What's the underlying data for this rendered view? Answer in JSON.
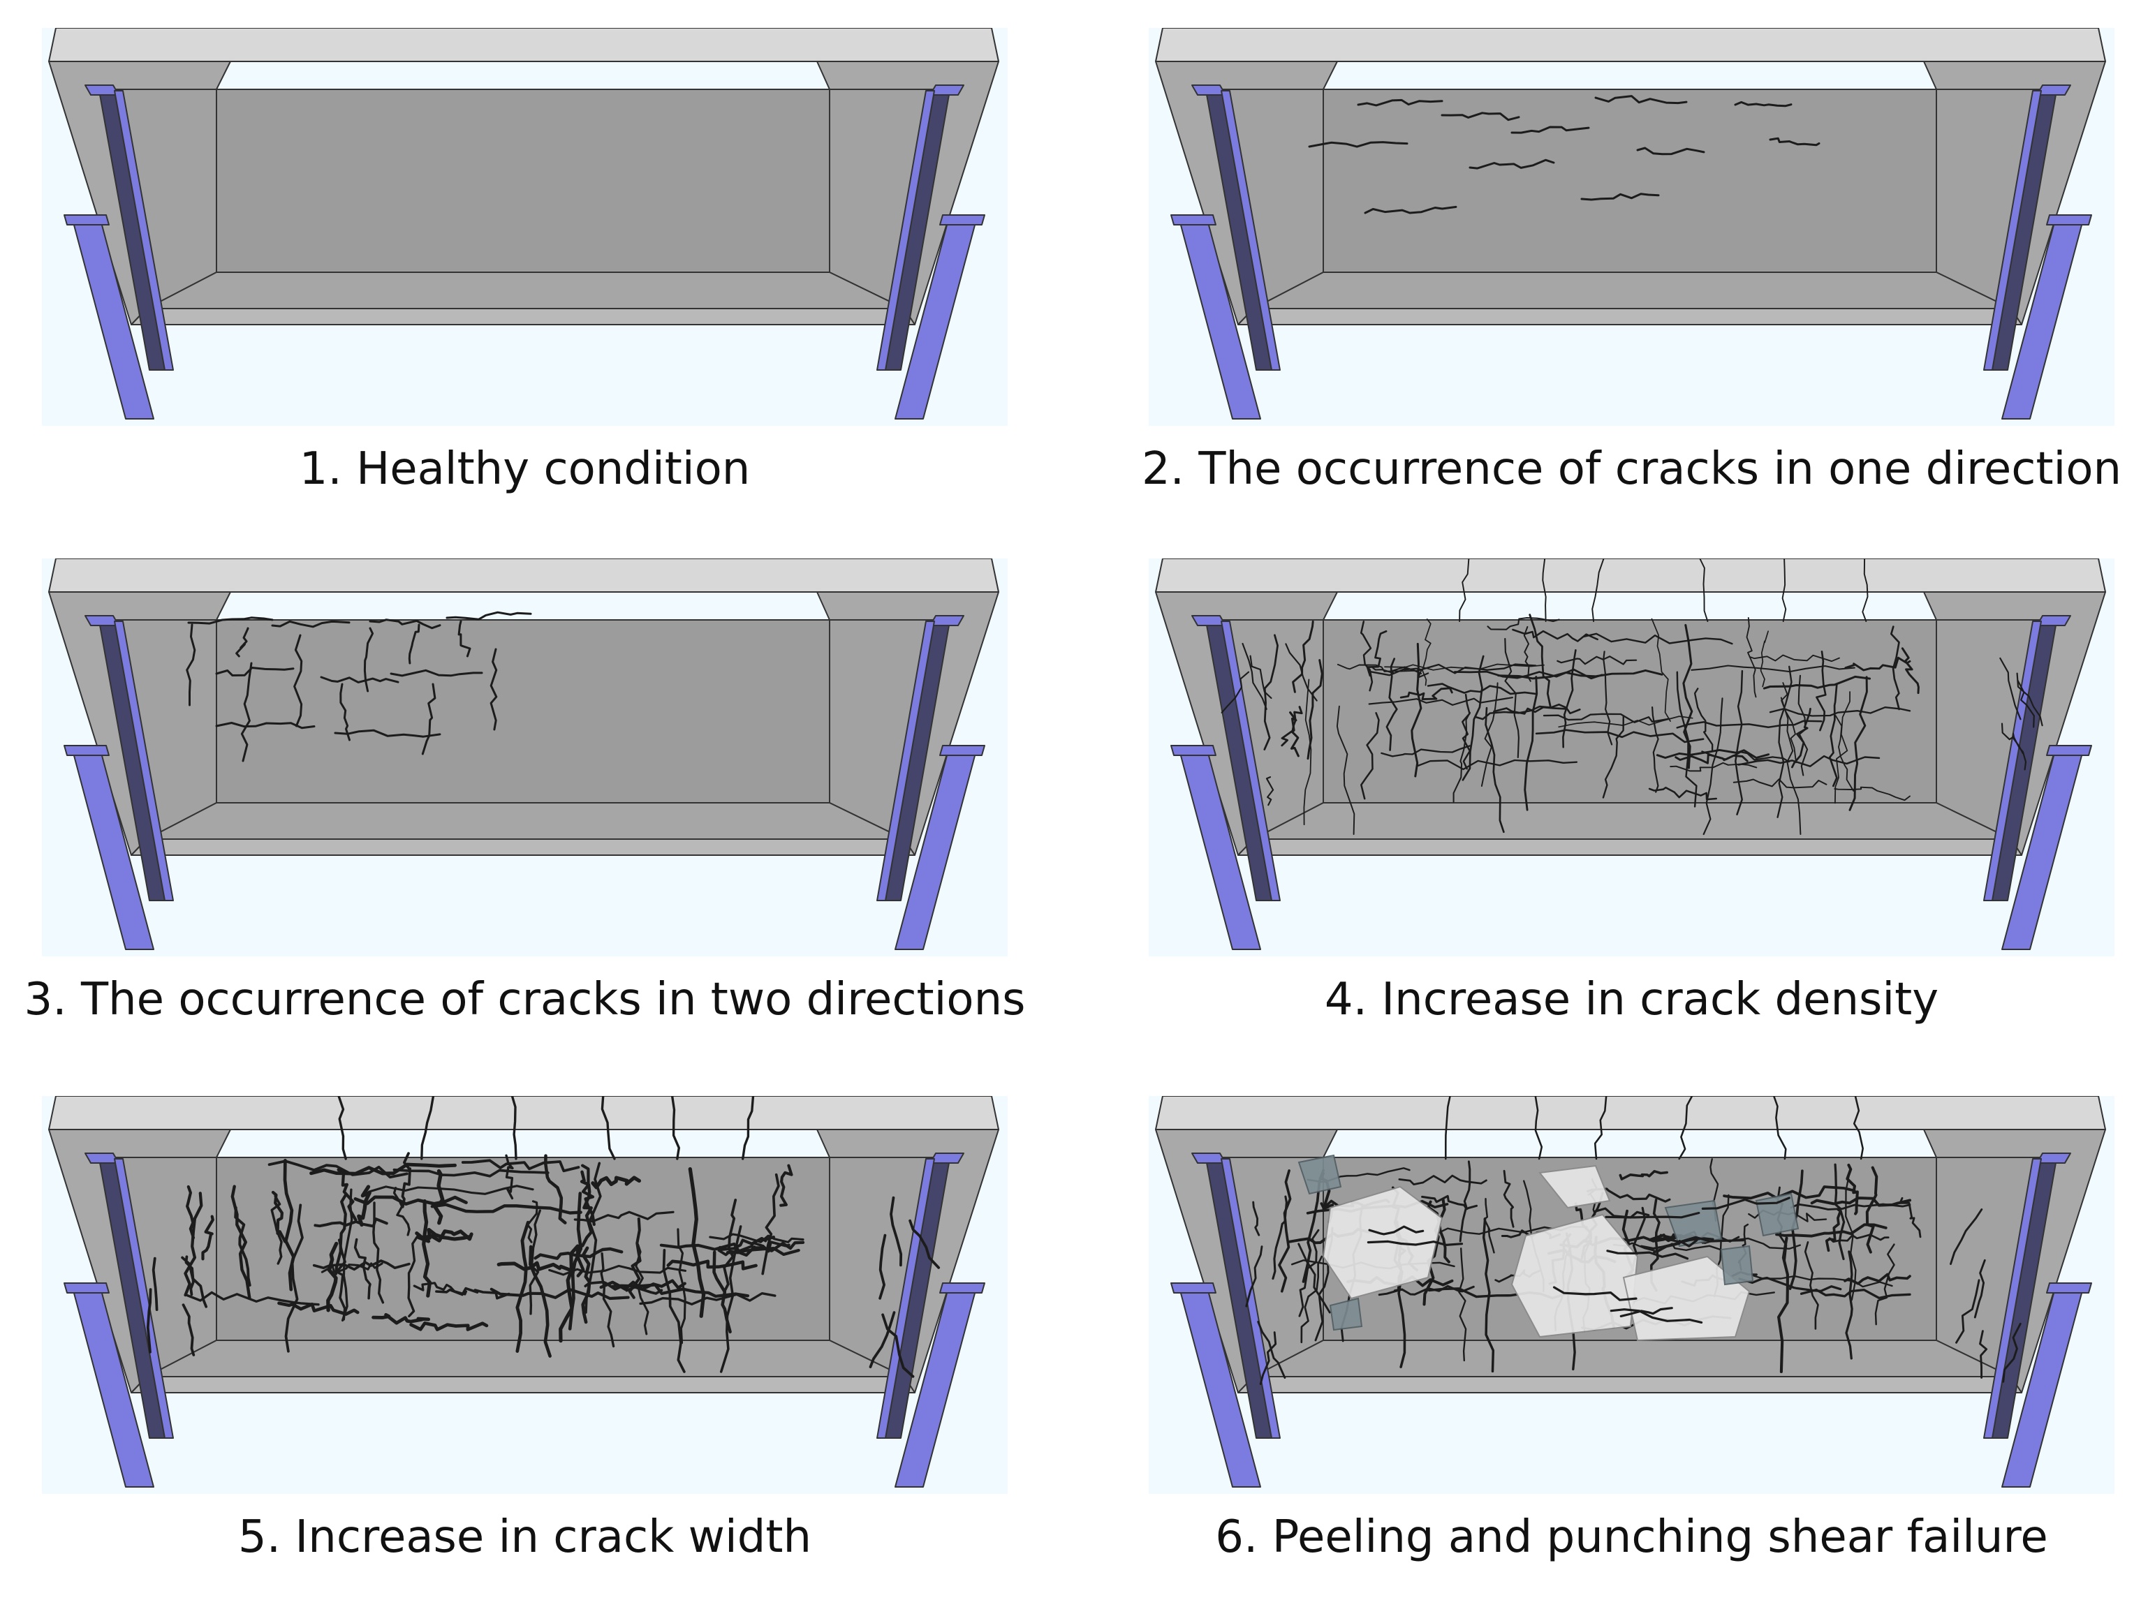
{
  "colors": {
    "background": "#f1fbff",
    "slab_top": "#d8d8d8",
    "slab_face": "#9c9c9c",
    "slab_side": "#a9a9a9",
    "girder_web": "#45456b",
    "girder_flange": "#7c7ce0",
    "crack": "#1c1c1c",
    "peeled": "#e6e6e6",
    "exposed": "#7d8d93"
  },
  "panels": [
    {
      "id": 1,
      "caption": "1. Healthy condition",
      "crack_level": "none"
    },
    {
      "id": 2,
      "caption": "2. The occurrence of cracks in one direction",
      "crack_level": "one-direction"
    },
    {
      "id": 3,
      "caption": "3. The occurrence of cracks in two directions",
      "crack_level": "two-directions"
    },
    {
      "id": 4,
      "caption": "4. Increase in crack density",
      "crack_level": "dense"
    },
    {
      "id": 5,
      "caption": "5. Increase in crack width",
      "crack_level": "wide"
    },
    {
      "id": 6,
      "caption": "6. Peeling and punching shear failure",
      "crack_level": "peeling"
    }
  ]
}
